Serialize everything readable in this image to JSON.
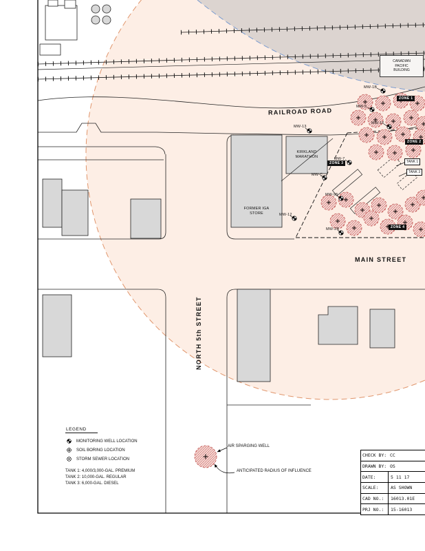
{
  "colors": {
    "influence_fill": "#fdeee5",
    "influence_stroke": "#e0946a",
    "railroad_area_fill": "#dcd4d0",
    "railroad_arc_stroke": "#7b9cd0",
    "building_fill": "#d8d8d8",
    "sparge_fill": "#f7dcd8",
    "sparge_stroke": "#c0504d"
  },
  "map": {
    "streets": {
      "railroad_road": "RAILROAD ROAD",
      "main_street": "MAIN STREET",
      "north_5th_street": "NORTH 5th STREET"
    },
    "buildings": {
      "canadian_pacific": [
        "CANADIAN",
        "PACIFIC",
        "BUILDING"
      ],
      "kirkland": [
        "KIRKLAND",
        "MARATHON"
      ],
      "iga": [
        "FORMER IGA",
        "STORE"
      ]
    },
    "zones": [
      "ZONE 1",
      "ZONE 2",
      "ZONE 3",
      "ZONE 4"
    ],
    "tank_badges": [
      "TANK 1",
      "TANK 3"
    ],
    "wells": [
      {
        "label": "MW-1B"
      },
      {
        "label": "MW-5"
      },
      {
        "label": "MW-16"
      },
      {
        "label": "MW-13"
      },
      {
        "label": "MW-7"
      },
      {
        "label": "MW-C"
      },
      {
        "label": "MW-95"
      },
      {
        "label": "MW-12"
      },
      {
        "label": "MW-2B"
      }
    ]
  },
  "legend": {
    "title": "LEGEND",
    "items": [
      {
        "symbol": "monitoring-well",
        "label": "MONITORING WELL LOCATION"
      },
      {
        "symbol": "soil-boring",
        "label": "SOIL BORING LOCATION"
      },
      {
        "symbol": "storm-sewer",
        "label": "STORM SEWER LOCATION"
      }
    ],
    "tank_notes": [
      "TANK 1: 4,000/3,000-GAL. PREMIUM",
      "TANK 2: 10,000-GAL. REGULAR",
      "TANK 3: 6,000-GAL. DIESEL"
    ],
    "air_sparging_label": "AIR SPARGING WELL",
    "radius_label": "ANTICIPATED RADIUS OF INFLUENCE"
  },
  "title_block": {
    "rows": [
      {
        "label": "CHECK BY:",
        "value": "CC"
      },
      {
        "label": "DRAWN BY:",
        "value": "OS"
      },
      {
        "label": "DATE:",
        "value": "5 11 17"
      },
      {
        "label": "SCALE:",
        "value": "AS SHOWN"
      },
      {
        "label": "CAD NO.:",
        "value": "16013.01E"
      },
      {
        "label": "PRJ NO.:",
        "value": "15-16013"
      }
    ]
  }
}
